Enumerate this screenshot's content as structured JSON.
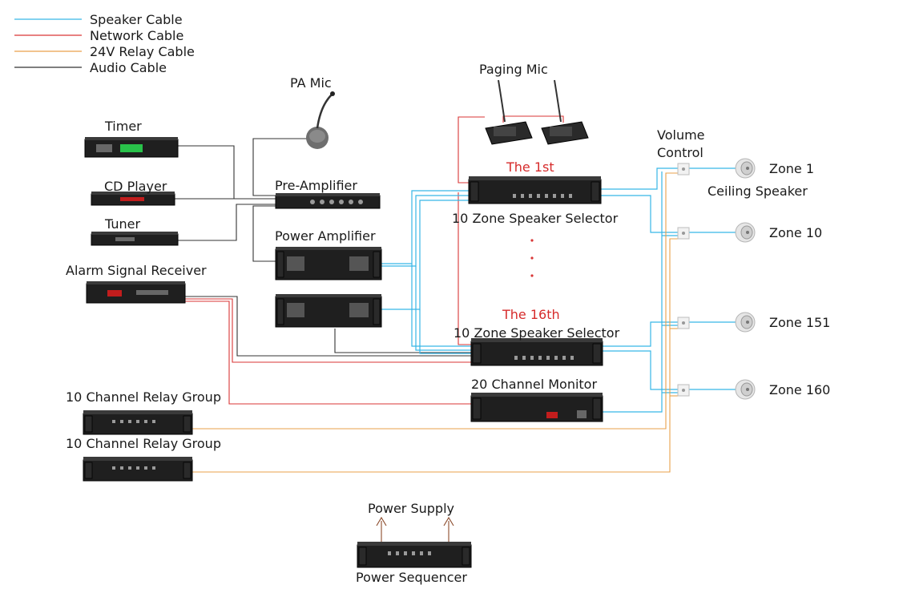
{
  "legend": {
    "items": [
      {
        "label": "Speaker Cable",
        "color": "#37b6e6"
      },
      {
        "label": "Network Cable",
        "color": "#d93636"
      },
      {
        "label": "24V Relay Cable",
        "color": "#e9a14b"
      },
      {
        "label": "Audio Cable",
        "color": "#333333"
      }
    ]
  },
  "devices": {
    "pa_mic": "PA Mic",
    "paging_mic": "Paging Mic",
    "timer": "Timer",
    "cd_player": "CD Player",
    "tuner": "Tuner",
    "pre_amplifier": "Pre-Amplifier",
    "power_amplifier": "Power Amplifier",
    "alarm_receiver": "Alarm Signal Receiver",
    "selector_first_tag": "The 1st",
    "selector_first": "10 Zone Speaker Selector",
    "selector_last_tag": "The 16th",
    "selector_last": "10 Zone Speaker Selector",
    "monitor": "20 Channel Monitor",
    "relay_group_1": "10 Channel Relay Group",
    "relay_group_2": "10 Channel Relay Group",
    "power_supply": "Power Supply",
    "power_sequencer": "Power Sequencer",
    "volume_control_line1": "Volume",
    "volume_control_line2": "Control",
    "ceiling_speaker": "Ceiling Speaker",
    "ellipsis": "· · ·"
  },
  "zones": {
    "zone1": "Zone 1",
    "zone10": "Zone 10",
    "zone151": "Zone 151",
    "zone160": "Zone 160"
  }
}
